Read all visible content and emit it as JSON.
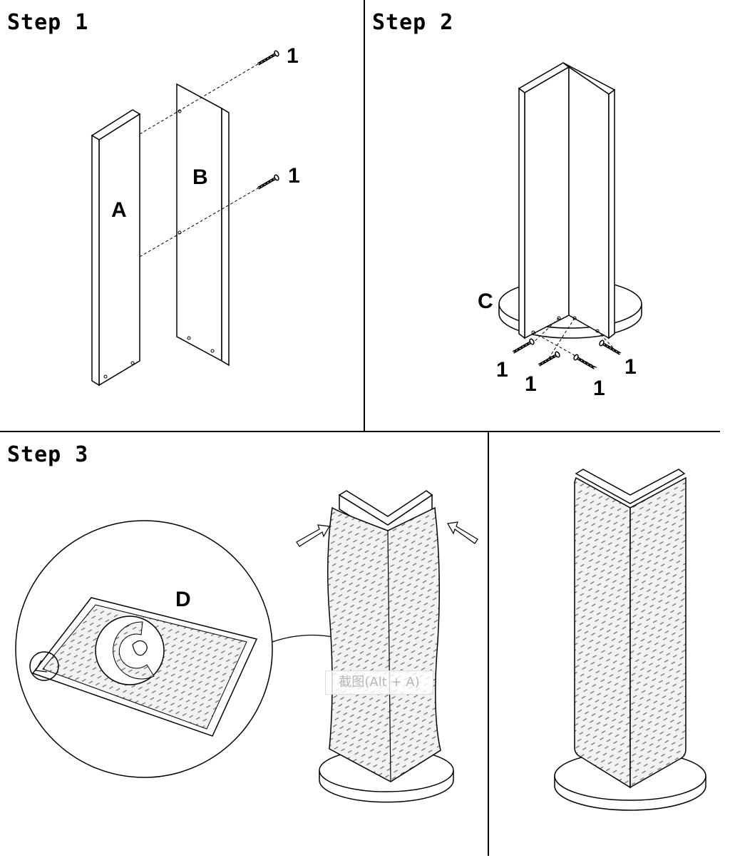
{
  "steps": {
    "step1": {
      "title": "Step 1",
      "panel_a": "A",
      "panel_b": "B",
      "screw_top": "1",
      "screw_bottom": "1"
    },
    "step2": {
      "title": "Step 2",
      "base": "C",
      "screw_1": "1",
      "screw_2": "1",
      "screw_3": "1",
      "screw_4": "1"
    },
    "step3": {
      "title": "Step 3",
      "carpet": "D"
    }
  },
  "overlay": {
    "screenshot_hint": "截图(Alt + A)"
  }
}
